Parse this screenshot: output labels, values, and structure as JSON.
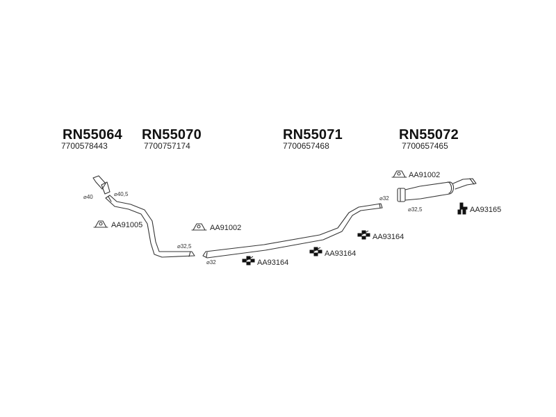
{
  "parts": [
    {
      "code": "RN55064",
      "number": "7700578443"
    },
    {
      "code": "RN55070",
      "number": "7700757174"
    },
    {
      "code": "RN55071",
      "number": "7700657468"
    },
    {
      "code": "RN55072",
      "number": "7700657465"
    }
  ],
  "accessories": {
    "clamp_1": "AA91005",
    "clamp_2": "AA91002",
    "clamp_3": "AA91002",
    "mount_1": "AA93164",
    "mount_2": "AA93164",
    "mount_3": "AA93164",
    "mount_4": "AA93165"
  },
  "dimensions": {
    "d40": "⌀40",
    "d40_5": "⌀40,5",
    "d32_5_a": "⌀32,5",
    "d32_a": "⌀32",
    "d32_b": "⌀32",
    "d32_5_b": "⌀32,5"
  }
}
